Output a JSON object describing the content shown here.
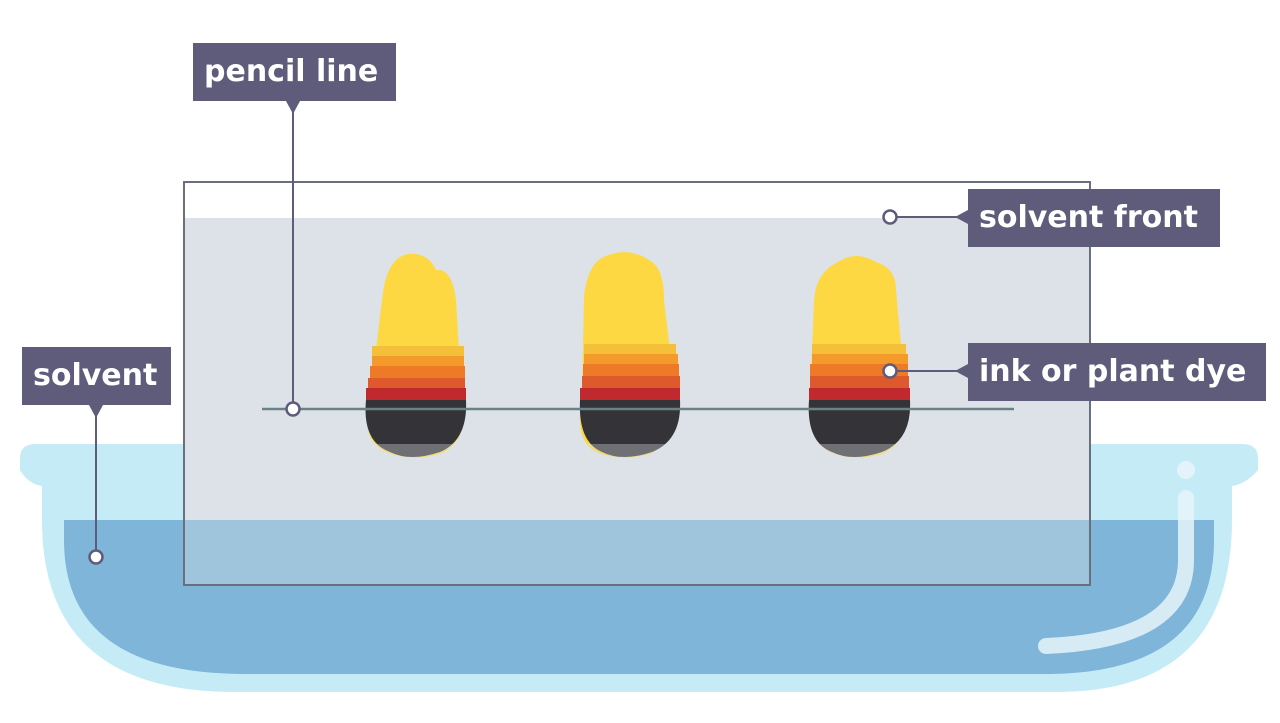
{
  "labels": {
    "pencil_line": "pencil line",
    "solvent_front": "solvent front",
    "ink_or_plant_dye": "ink or plant dye",
    "solvent": "solvent"
  },
  "colors": {
    "label_bg": "#5e5c7a",
    "label_text": "#ffffff",
    "paper": "#dde2e9",
    "dish_rim": "#c5ecf6",
    "solvent": "#7fb5d8",
    "pencil_line": "#6a8286",
    "dye_yellow": "#fdd843",
    "dye_orange": "#f39a2a",
    "dye_red": "#d0402a",
    "dye_black": "#333338"
  }
}
